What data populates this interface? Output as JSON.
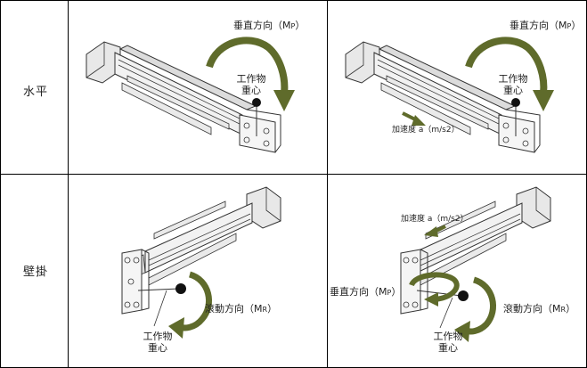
{
  "rows": [
    {
      "label": "水平"
    },
    {
      "label": "壁掛"
    }
  ],
  "labels": {
    "pitch_moment": "垂直方向（M",
    "pitch_sub": "P",
    "roll_moment": "滾動方向（M",
    "roll_sub": "R",
    "close_paren": "）",
    "workpiece_line1": "工作物",
    "workpiece_line2": "重心",
    "acceleration": "加速度 a（m/s2）"
  },
  "colors": {
    "arrow": "#5f6b2b",
    "line": "#333333",
    "grid": "#000000"
  }
}
